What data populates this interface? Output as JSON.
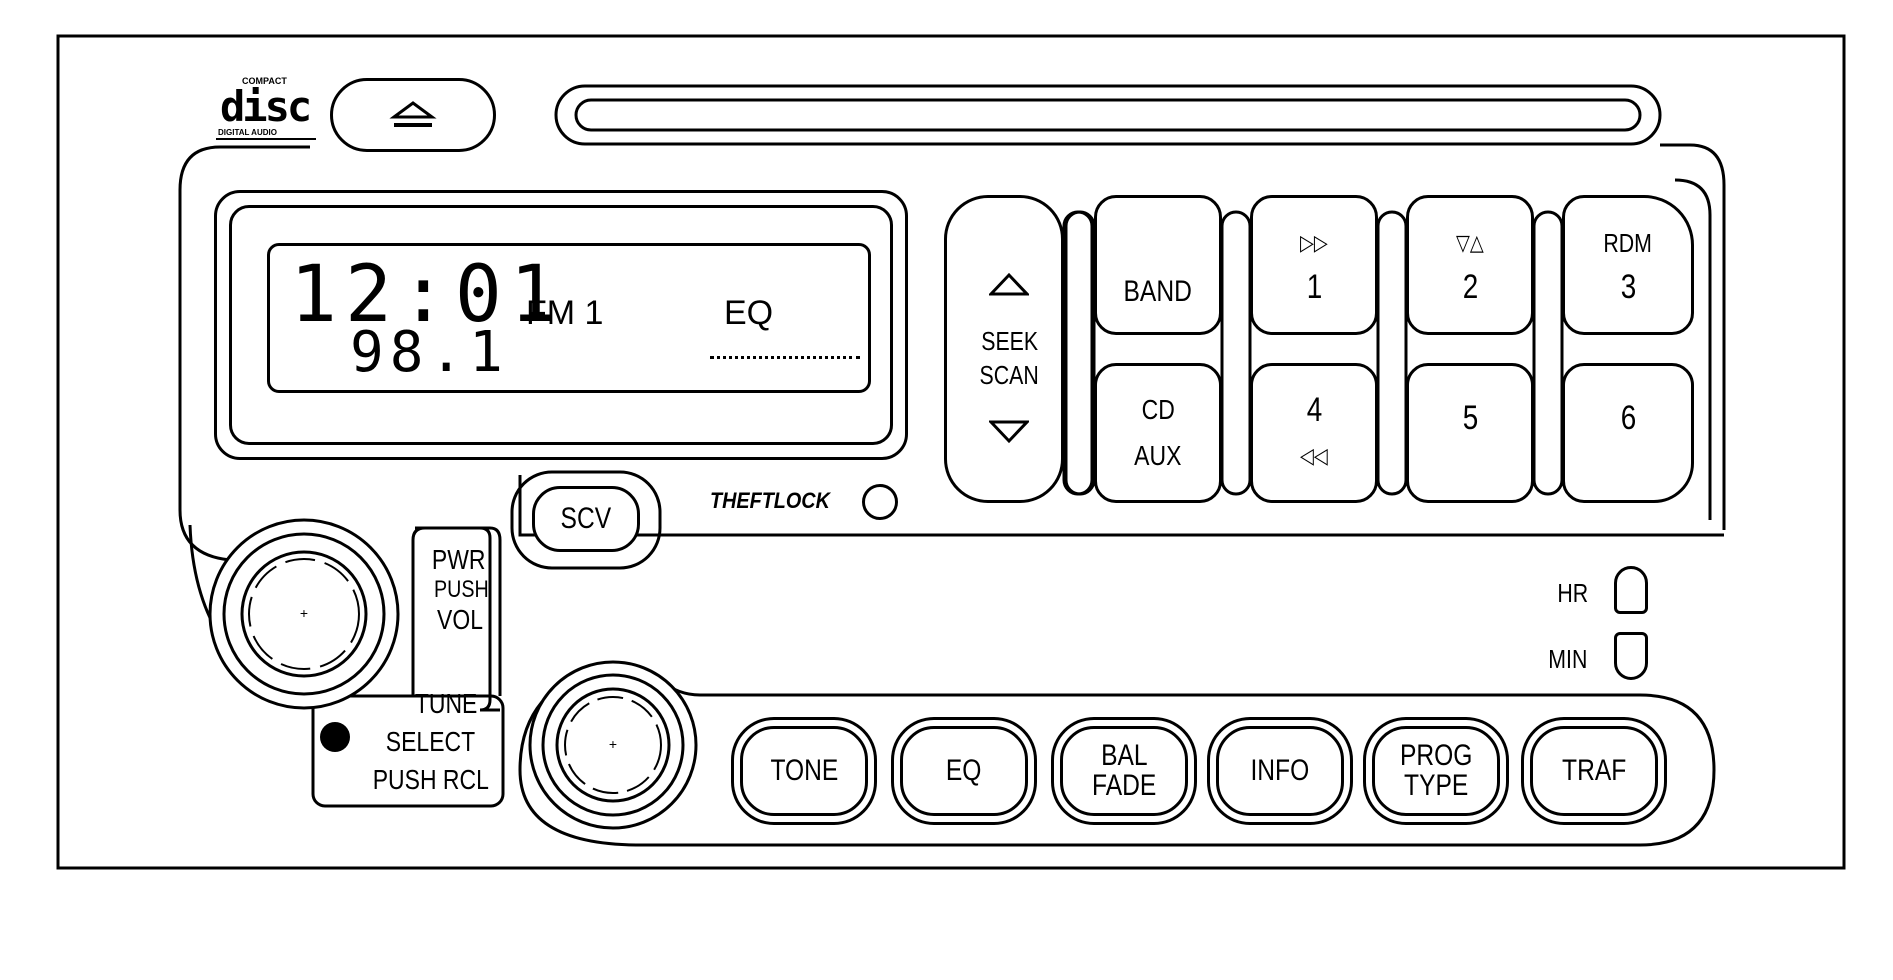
{
  "logo": {
    "top_small": "COMPACT",
    "main": "disc",
    "bottom_small": "DIGITAL AUDIO"
  },
  "eject": {
    "icon": "eject-icon"
  },
  "display": {
    "clock": "12:01",
    "frequency": "98.1",
    "band_indicator": "FM 1",
    "eq_indicator": "EQ"
  },
  "seek_scan": {
    "line1": "SEEK",
    "line2": "SCAN",
    "up_icon": "triangle-up-icon",
    "down_icon": "triangle-down-icon"
  },
  "presets": {
    "band": "BAND",
    "p1_symbol": "▷▷",
    "p1_num": "1",
    "p2_symbol": "▽△",
    "p2_num": "2",
    "p3_symbol": "RDM",
    "p3_num": "3",
    "cd_line1": "CD",
    "cd_line2": "AUX",
    "p4_num": "4",
    "p4_symbol": "◁◁",
    "p5_num": "5",
    "p6_num": "6"
  },
  "scv": "SCV",
  "theftlock": "THEFTLOCK",
  "pwr_labels": {
    "line1": "PWR",
    "line2": "PUSH",
    "line3": "VOL"
  },
  "tune_labels": {
    "line1": "TUNE",
    "line2": "SELECT",
    "line3": "PUSH RCL"
  },
  "clock_buttons": {
    "hr": "HR",
    "min": "MIN"
  },
  "bottom_buttons": {
    "tone": "TONE",
    "eq": "EQ",
    "bal": "BAL",
    "fade": "FADE",
    "info": "INFO",
    "prog": "PROG",
    "type": "TYPE",
    "traf": "TRAF"
  }
}
